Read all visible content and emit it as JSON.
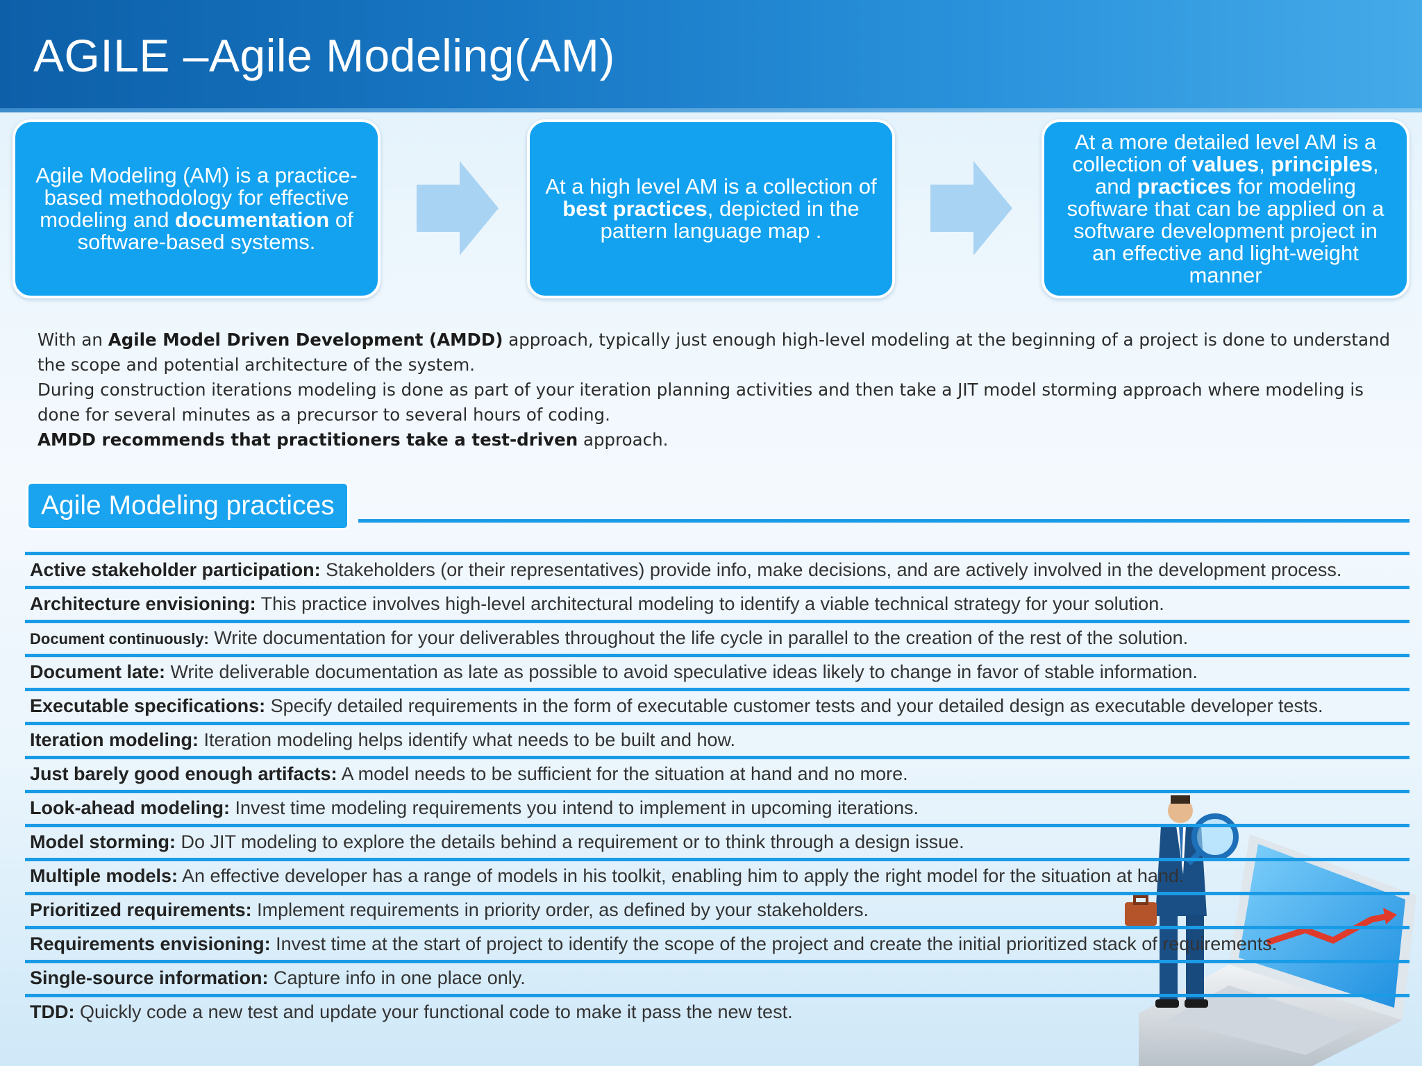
{
  "title": "AGILE –Agile Modeling(AM)",
  "cards": [
    {
      "parts": [
        {
          "text": "Agile Modeling (AM) is a practice-based methodology for effective modeling and ",
          "bold": false
        },
        {
          "text": "documentation",
          "bold": true
        },
        {
          "text": " of software-based systems.",
          "bold": false
        }
      ]
    },
    {
      "parts": [
        {
          "text": "At a high level AM is a collection of ",
          "bold": false
        },
        {
          "text": "best practices",
          "bold": true
        },
        {
          "text": ", depicted in the pattern language map .",
          "bold": false
        }
      ]
    },
    {
      "parts": [
        {
          "text": "At a more detailed level AM is a collection of ",
          "bold": false
        },
        {
          "text": "values",
          "bold": true
        },
        {
          "text": ", ",
          "bold": false
        },
        {
          "text": "principles",
          "bold": true
        },
        {
          "text": ", and ",
          "bold": false
        },
        {
          "text": "practices",
          "bold": true
        },
        {
          "text": " for modeling software that can be applied on a software development project in an effective and light-weight manner",
          "bold": false
        }
      ]
    }
  ],
  "intro": {
    "p1_pre": "With an ",
    "p1_bold": "Agile Model Driven Development (AMDD)",
    "p1_post": " approach, typically just enough high-level modeling at the beginning of a project is done to understand the scope and potential architecture of the system.",
    "p2": "During construction iterations modeling is done  as part of your iteration planning activities and then take a JIT model storming approach where modeling is done for several minutes as a precursor to several hours of coding.",
    "p3_bold": "AMDD recommends that practitioners take a test-driven",
    "p3_post": " approach."
  },
  "section_title": "Agile Modeling practices",
  "practices": [
    {
      "term": "Active stakeholder participation:",
      "desc": " Stakeholders (or their representatives) provide info, make decisions, and are actively involved in the development process."
    },
    {
      "term": "Architecture envisioning:",
      "desc": " This practice involves high-level architectural modeling to identify a viable technical strategy for your solution."
    },
    {
      "term": "Document continuously:",
      "desc": " Write documentation for your deliverables throughout the life cycle in parallel to the creation of the rest of the solution."
    },
    {
      "term": "Document late:",
      "desc": " Write deliverable documentation as late as possible to avoid speculative ideas likely to change in favor of stable information."
    },
    {
      "term": "Executable specifications:",
      "desc": " Specify detailed requirements in the form of executable customer tests and your detailed design as executable developer tests."
    },
    {
      "term": "Iteration modeling:",
      "desc": " Iteration modeling helps identify what needs to be built and how."
    },
    {
      "term": "Just barely good enough artifacts:",
      "desc": " A model needs to be sufficient for the situation at hand and no more."
    },
    {
      "term": "Look-ahead modeling:",
      "desc": " Invest time modeling requirements you intend to implement in upcoming iterations."
    },
    {
      "term": "Model storming:",
      "desc": " Do JIT modeling to explore the details behind a requirement or to think through a design issue."
    },
    {
      "term": "Multiple models:",
      "desc": " An effective developer has a range of models in his toolkit, enabling him to apply the right model for the situation at hand."
    },
    {
      "term": "Prioritized requirements:",
      "desc": " Implement requirements in priority order, as defined by your stakeholders."
    },
    {
      "term": "Requirements envisioning:",
      "desc": " Invest time at the start of project to identify the scope of the project and create the initial prioritized stack of requirements."
    },
    {
      "term": "Single-source information:",
      "desc": " Capture info in one place only."
    },
    {
      "term": "TDD:",
      "desc": " Quickly code a new test and update your functional code to make it pass the new test."
    }
  ],
  "icons": {
    "arrow": "right-arrow-icon",
    "illustration": "businessman-laptop-illustration"
  },
  "colors": {
    "header": "#1877c4",
    "card": "#13a2ef",
    "rule": "#1a9be6",
    "arrow": "#a9d3f3"
  }
}
